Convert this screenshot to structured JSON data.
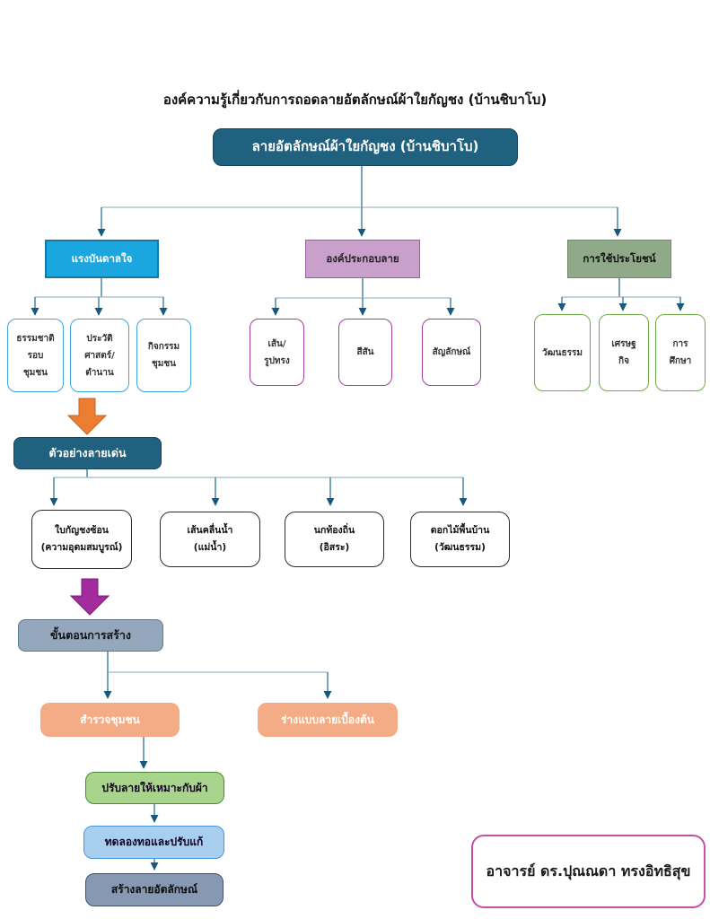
{
  "title": "องค์ความรู้เกี่ยวกับการถอดลายอัตลักษณ์ผ้าใยกัญชง (บ้านชิบาโบ)",
  "root": {
    "label": "ลายอัตลักษณ์ผ้าใยกัญชง (บ้านชิบาโบ)"
  },
  "inspiration": {
    "label": "แรงบันดาลใจ",
    "items": [
      "ธรรมชาติ\nรอบ\nชุมชน",
      "ประวัติ\nศาสตร์/\nตำนาน",
      "กิจกรรม\nชุมชน"
    ]
  },
  "pattern_elements": {
    "label": "องค์ประกอบลาย",
    "items": [
      "เส้น/\nรูปทรง",
      "สีสัน",
      "สัญลักษณ์"
    ]
  },
  "utilization": {
    "label": "การใช้ประโยชน์",
    "items": [
      "วัฒนธรรม",
      "เศรษฐ\nกิจ",
      "การ\nศึกษา"
    ]
  },
  "examples": {
    "label": "ตัวอย่างลายเด่น",
    "items": [
      "ใบกัญชงซ้อน\n(ความอุดมสมบูรณ์)",
      "เส้นคลื่นน้ำ\n(แม่น้ำ)",
      "นกท้องถิ่น\n(อิสระ)",
      "ดอกไม้พื้นบ้าน\n(วัฒนธรรม)"
    ]
  },
  "process": {
    "label": "ขั้นตอนการสร้าง",
    "steps": [
      "สำรวจชุมชน",
      "ร่างแบบลายเบื้องต้น",
      "ปรับลายให้เหมาะกับผ้า",
      "ทดลองทอและปรับแก้",
      "สร้างลายอัตลักษณ์"
    ]
  },
  "credit": {
    "label": "อาจารย์ ดร.ปุณณดา ทรงอิทธิสุข"
  },
  "colors": {
    "root_fill": "#20617F",
    "inspiration_fill": "#1BA6E0",
    "elements_fill": "#C9A0CB",
    "utilization_fill": "#90A989",
    "orange_arrow": "#ED7D31",
    "purple_arrow": "#A22C9E",
    "survey_fill": "#F3AC86",
    "adjust_fill": "#A8D48C",
    "trial_fill": "#A8CFF0",
    "create_fill": "#8799B2",
    "connector": "#2F7396",
    "credit_border": "#C4509F"
  }
}
